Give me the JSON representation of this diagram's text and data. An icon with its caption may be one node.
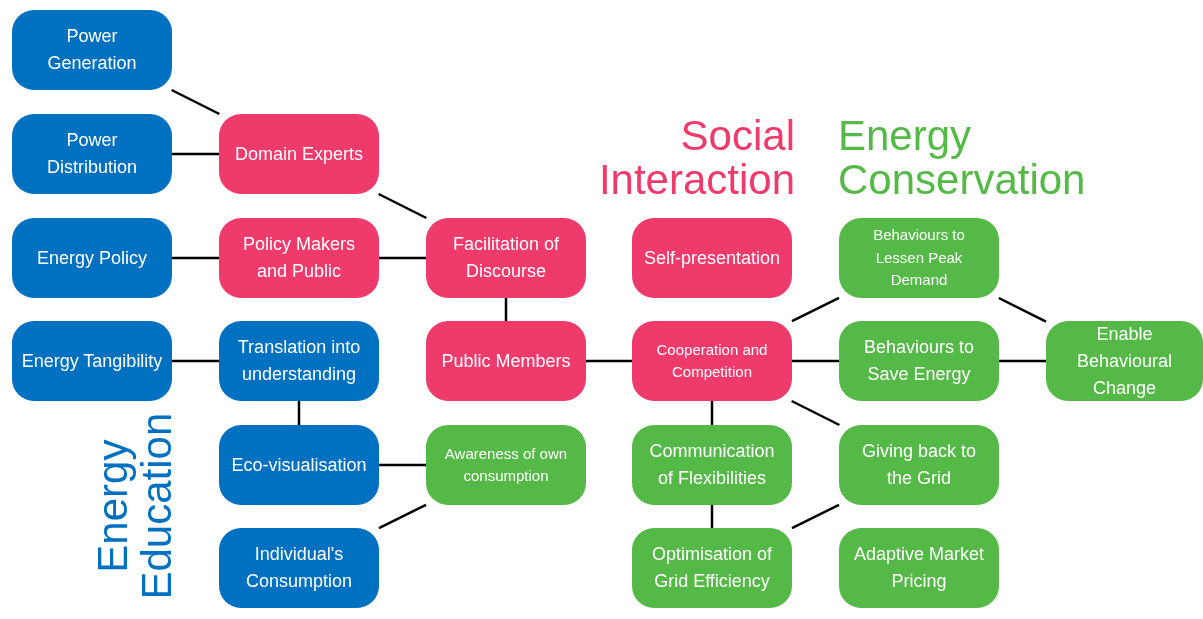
{
  "diagram": {
    "nodes": [
      {
        "text": [
          "Power Generation"
        ]
      },
      {
        "text": [
          "Power Distribution"
        ]
      },
      {
        "text": [
          "Domain Experts"
        ]
      },
      {
        "text": [
          "Energy Policy"
        ]
      },
      {
        "text": [
          "Policy Makers and Public"
        ]
      },
      {
        "text": [
          "Facilitation of Discourse"
        ]
      },
      {
        "text": [
          "Self-presentation"
        ]
      },
      {
        "text": [
          "Behaviours to Lessen Peak Demand"
        ]
      },
      {
        "text": [
          "Energy Tangibility"
        ]
      },
      {
        "text": [
          "Translation into understanding"
        ]
      },
      {
        "text": [
          "Public Members"
        ]
      },
      {
        "text": [
          "Cooperation and Competition"
        ]
      },
      {
        "text": [
          "Behaviours to Save Energy"
        ]
      },
      {
        "text": [
          "Enable Behavioural Change"
        ]
      },
      {
        "text": [
          "Eco-visualisation"
        ]
      },
      {
        "text": [
          "Awareness of own consumption"
        ]
      },
      {
        "text": [
          "Communication of Flexibilities"
        ]
      },
      {
        "text": [
          "Giving back to the Grid"
        ]
      },
      {
        "text": [
          "Individual's Consumption"
        ]
      },
      {
        "text": [
          "Optimisation of Grid Efficiency"
        ]
      },
      {
        "text": [
          "Adaptive Market Pricing"
        ]
      }
    ],
    "edges": [
      {
        "from": 0,
        "to": 2,
        "arrow": "none"
      },
      {
        "from": 1,
        "to": 2,
        "arrow": "none"
      },
      {
        "from": 2,
        "to": 5,
        "arrow": "none"
      },
      {
        "from": 3,
        "to": 4,
        "arrow": "none"
      },
      {
        "from": 4,
        "to": 5,
        "arrow": "none"
      },
      {
        "from": 5,
        "to": 10,
        "arrow": "none"
      },
      {
        "from": 8,
        "to": 9,
        "arrow": "none"
      },
      {
        "from": 9,
        "to": 14,
        "arrow": "none"
      },
      {
        "from": 14,
        "to": 15,
        "arrow": "none"
      },
      {
        "from": 18,
        "to": 15,
        "arrow": "none"
      },
      {
        "from": 10,
        "to": 11,
        "arrow": "none"
      },
      {
        "from": 11,
        "to": 7,
        "arrow": "none"
      },
      {
        "from": 11,
        "to": 12,
        "arrow": "none"
      },
      {
        "from": 11,
        "to": 16,
        "arrow": "none"
      },
      {
        "from": 11,
        "to": 17,
        "arrow": "none"
      },
      {
        "from": 12,
        "to": 13,
        "arrow": "none"
      },
      {
        "from": 7,
        "to": 13,
        "arrow": "none"
      },
      {
        "from": 16,
        "to": 19,
        "arrow": "none"
      },
      {
        "from": 19,
        "to": 17,
        "arrow": "none"
      }
    ],
    "labels": [
      "Social Interaction",
      "Energy Conservation",
      "Energy Education"
    ]
  }
}
